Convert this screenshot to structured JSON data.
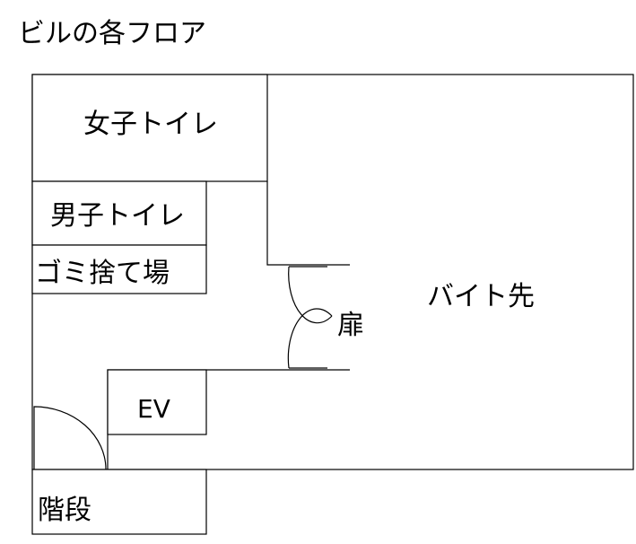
{
  "title": "ビルの各フロア",
  "rooms": {
    "womens_toilet": "女子トイレ",
    "mens_toilet": "男子トイレ",
    "garbage_area": "ゴミ捨て場",
    "workplace": "バイト先",
    "door": "扉",
    "elevator": "EV",
    "stairs": "階段"
  }
}
